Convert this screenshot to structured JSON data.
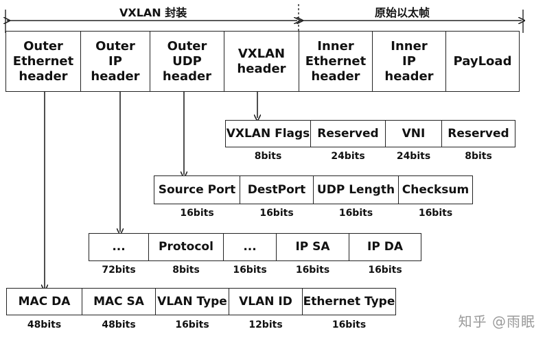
{
  "spans": {
    "vxlan_encap": "VXLAN 封装",
    "original_frame": "原始以太帧"
  },
  "top_fields": [
    "Outer\nEthernet\nheader",
    "Outer\nIP\nheader",
    "Outer\nUDP\nheader",
    "VXLAN\nheader",
    "Inner\nEthernet\nheader",
    "Inner\nIP\nheader",
    "PayLoad"
  ],
  "vxlan_header": {
    "fields": [
      "VXLAN Flags",
      "Reserved",
      "VNI",
      "Reserved"
    ],
    "bits": [
      "8bits",
      "24bits",
      "24bits",
      "8bits"
    ]
  },
  "udp_header": {
    "fields": [
      "Source Port",
      "DestPort",
      "UDP Length",
      "Checksum"
    ],
    "bits": [
      "16bits",
      "16bits",
      "16bits",
      "16bits"
    ]
  },
  "ip_header": {
    "fields": [
      "...",
      "Protocol",
      "...",
      "IP SA",
      "IP DA"
    ],
    "bits": [
      "72bits",
      "8bits",
      "16bits",
      "16bits",
      "16bits"
    ]
  },
  "ethernet_header": {
    "fields": [
      "MAC DA",
      "MAC SA",
      "VLAN Type",
      "VLAN ID",
      "Ethernet Type"
    ],
    "bits": [
      "48bits",
      "48bits",
      "16bits",
      "12bits",
      "16bits"
    ]
  },
  "watermark": "知乎 @雨眠"
}
